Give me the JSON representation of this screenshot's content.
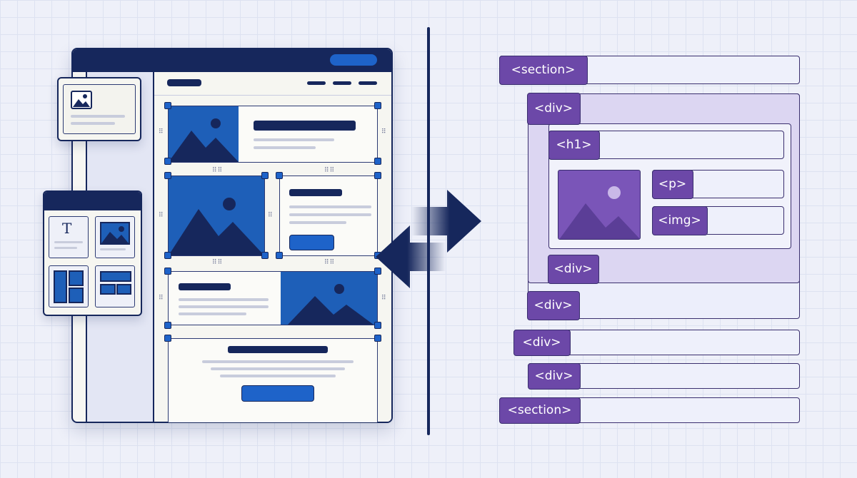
{
  "tree": {
    "section_top": "<section>",
    "div_outer": "<div>",
    "h1": "<h1>",
    "p": "<p>",
    "img": "<img>",
    "div_inner_bottom": "<div>",
    "div_outer_bottom": "<div>",
    "div_a": "<div>",
    "div_b": "<div>",
    "section_bottom": "<section>"
  },
  "palette": {
    "text_tool_glyph": "T"
  },
  "icons": {
    "image": "image-icon",
    "arrows": "bidirectional-arrows-icon",
    "text_tool": "text-tool-icon",
    "layout_tools": "layout-grid-icon"
  },
  "colors": {
    "navy": "#16275c",
    "blue": "#1e63c9",
    "purple": "#6c48a8",
    "lavender": "#dcd6f2"
  }
}
